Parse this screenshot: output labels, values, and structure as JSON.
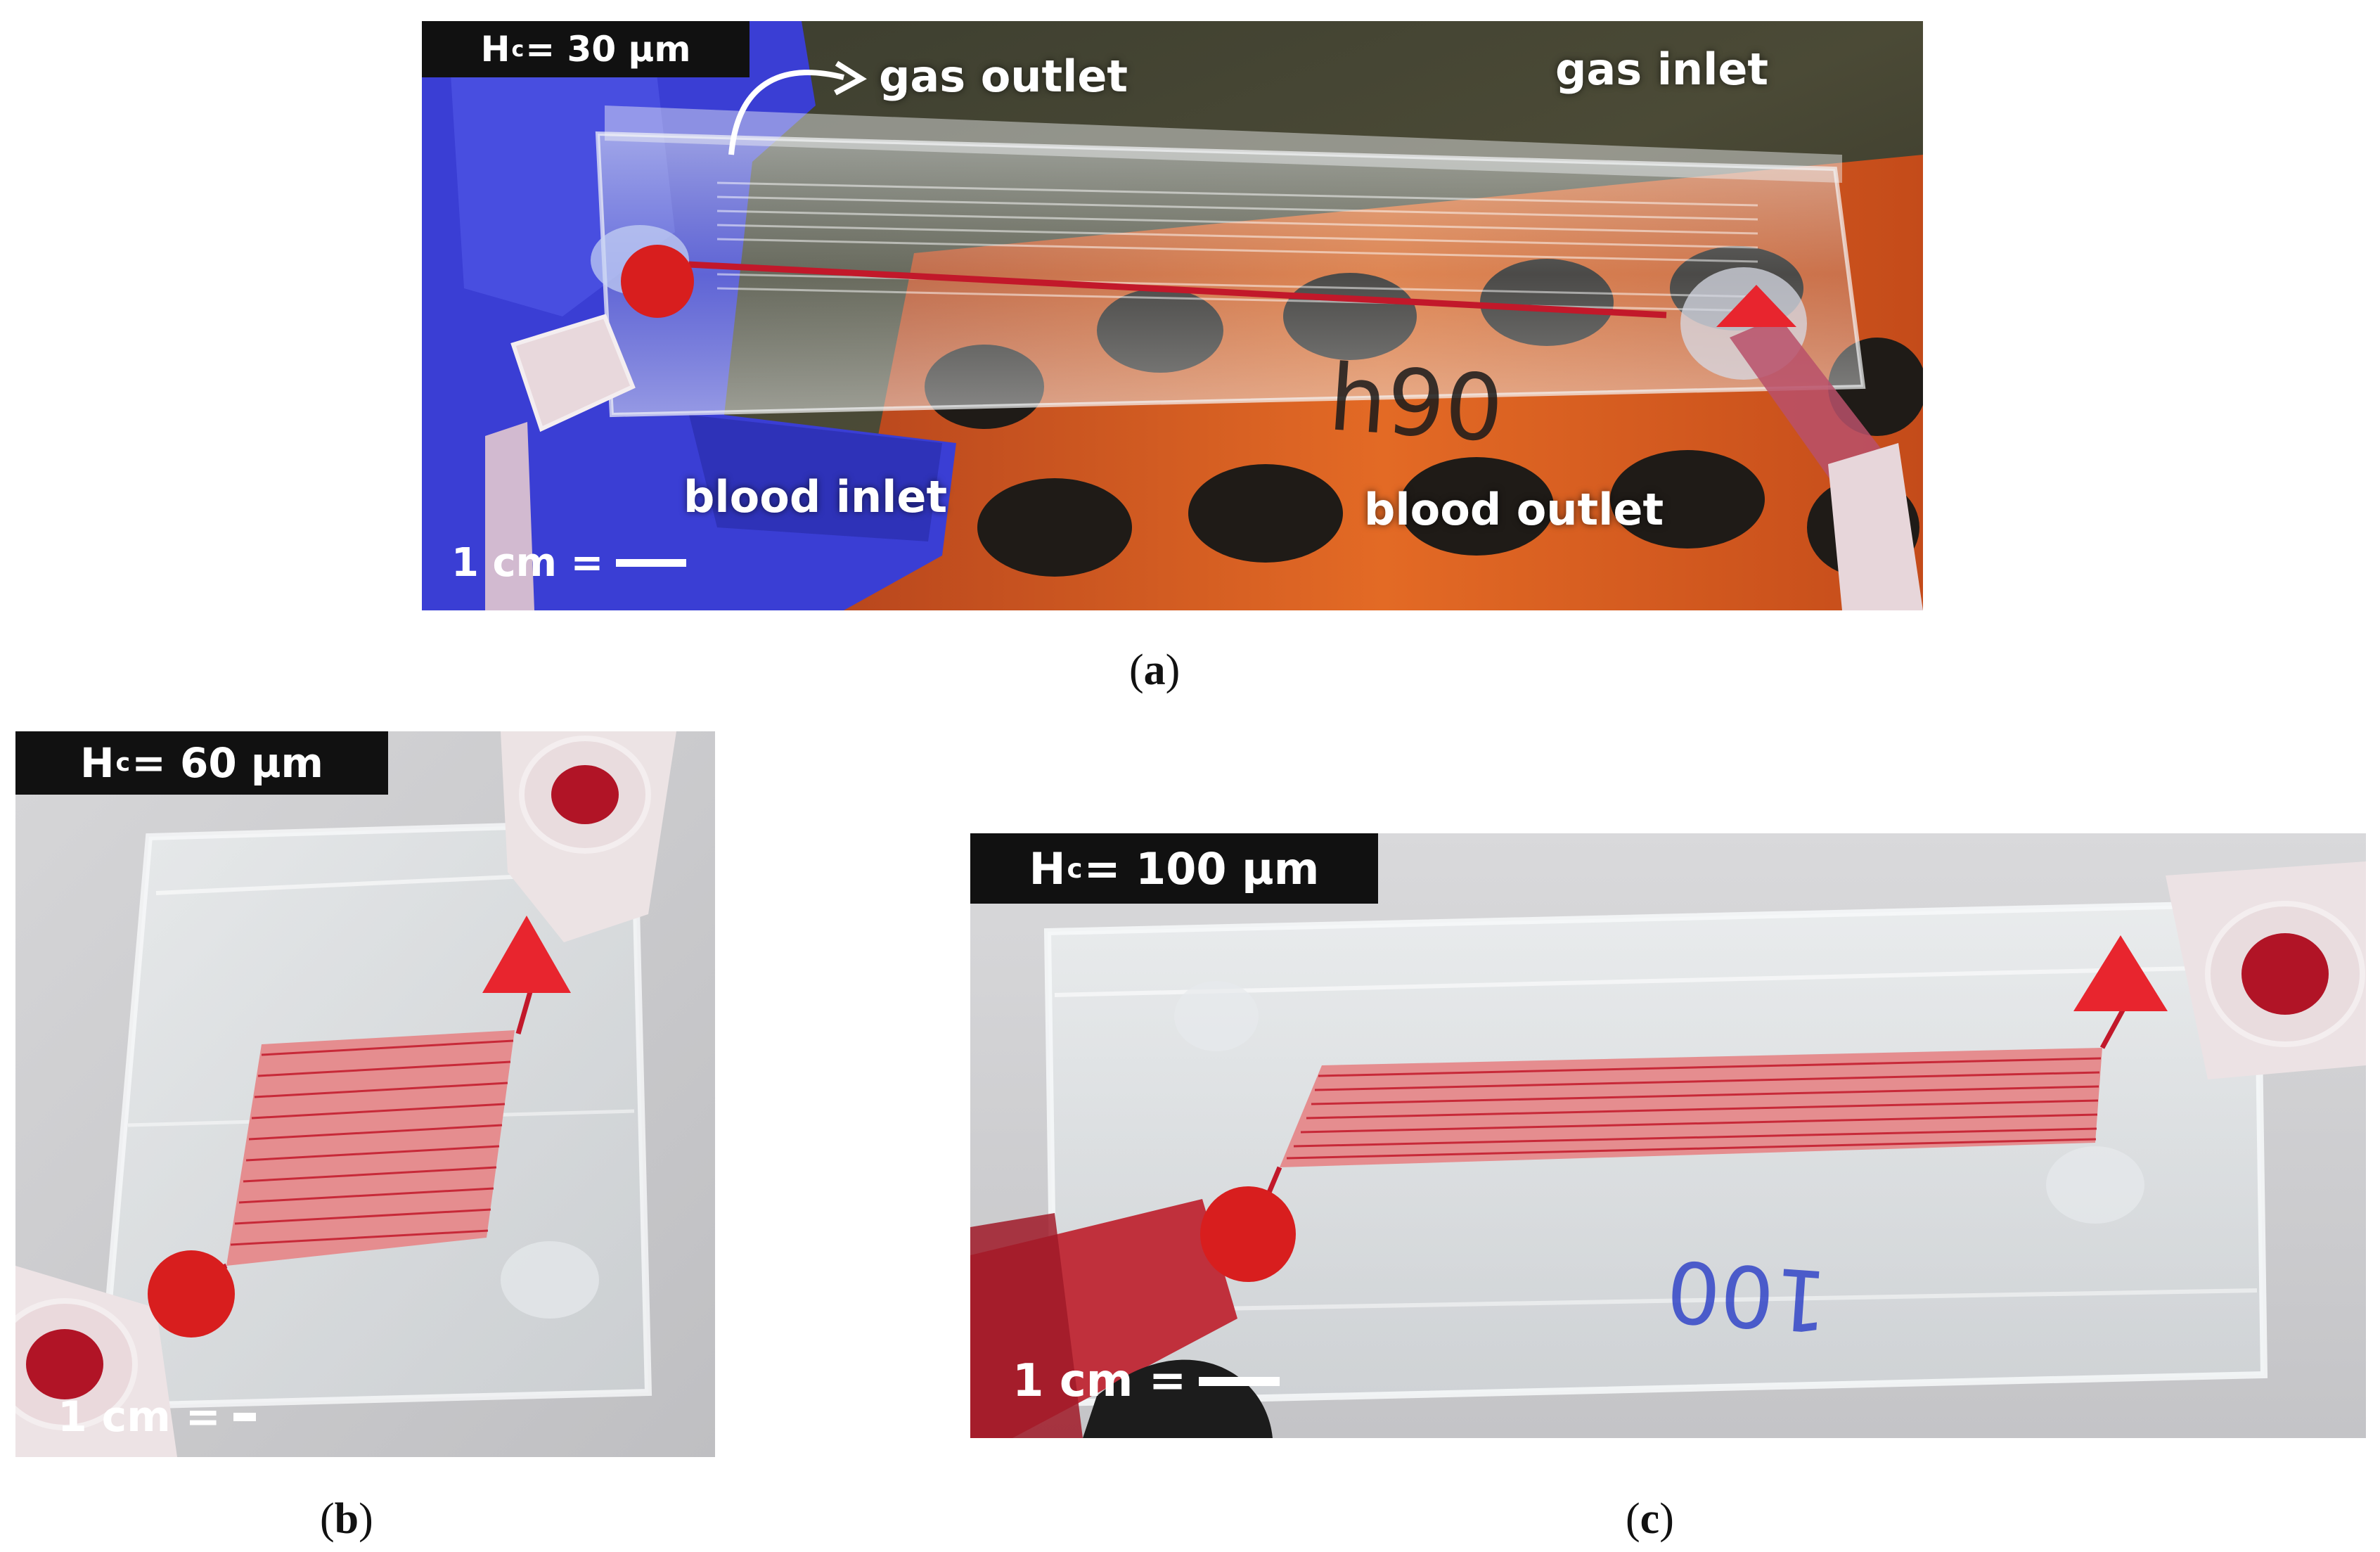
{
  "panels": {
    "a": {
      "hc_prefix": "H",
      "hc_sub": "c",
      "hc_value": " = 30 µm",
      "gas_outlet": "gas outlet",
      "gas_inlet": "gas inlet",
      "blood_inlet": "blood inlet",
      "blood_outlet": "blood outlet",
      "scale_label": "1 cm =",
      "device_mark": "h90",
      "caption_letter": "a"
    },
    "b": {
      "hc_prefix": "H",
      "hc_sub": "c",
      "hc_value": " = 60 µm",
      "scale_label": "1 cm =",
      "caption_letter": "b"
    },
    "c": {
      "hc_prefix": "H",
      "hc_sub": "c",
      "hc_value": " = 100 µm",
      "scale_label": "1 cm =",
      "device_mark": "100",
      "caption_letter": "c"
    }
  },
  "colors": {
    "marker_red": "#d81e1e",
    "blood_red": "#c2182a",
    "glove_blue": "#3b3fd6",
    "rack_orange": "#e0581c",
    "label_bg": "#111111"
  }
}
